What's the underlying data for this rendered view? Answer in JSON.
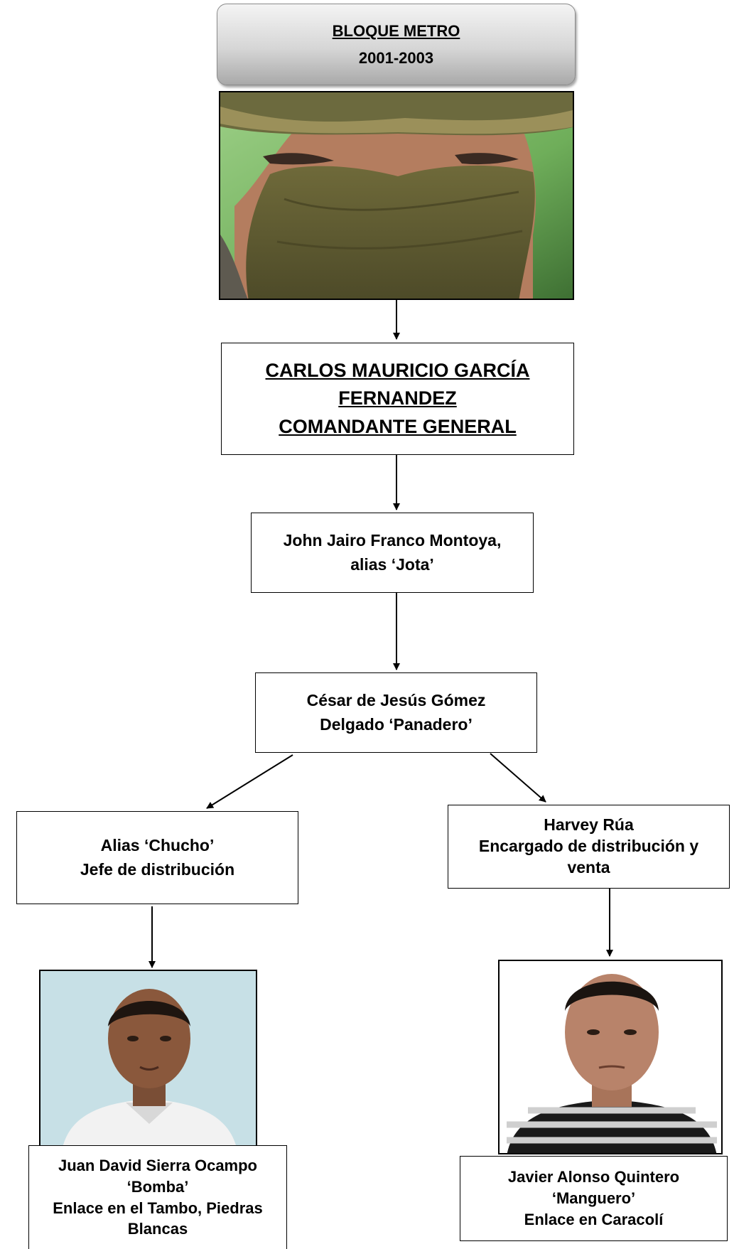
{
  "header": {
    "title": "BLOQUE METRO",
    "years": "2001-2003"
  },
  "nodes": {
    "commander": {
      "line1": "CARLOS MAURICIO GARCÍA",
      "line2": "FERNANDEZ",
      "line3": "COMANDANTE GENERAL"
    },
    "jota": {
      "line1": "John Jairo Franco Montoya,",
      "line2": "alias ‘Jota’"
    },
    "panadero": {
      "line1": "César de Jesús Gómez",
      "line2": "Delgado ‘Panadero’"
    },
    "chucho": {
      "line1": "Alias ‘Chucho’",
      "line2": "Jefe de distribución"
    },
    "harvey": {
      "line1": "Harvey Rúa",
      "line2": "Encargado de distribución y",
      "line3": "venta"
    },
    "bomba": {
      "line1": "Juan David Sierra Ocampo",
      "line2": "‘Bomba’",
      "line3": "Enlace en el Tambo, Piedras",
      "line4": "Blancas"
    },
    "manguero": {
      "line1": "Javier Alonso Quintero",
      "line2": "‘Manguero’",
      "line3": "Enlace en Caracolí"
    }
  },
  "photos": {
    "top": "masked-commander-photo",
    "left": "bomba-portrait-photo",
    "right": "manguero-portrait-photo"
  }
}
